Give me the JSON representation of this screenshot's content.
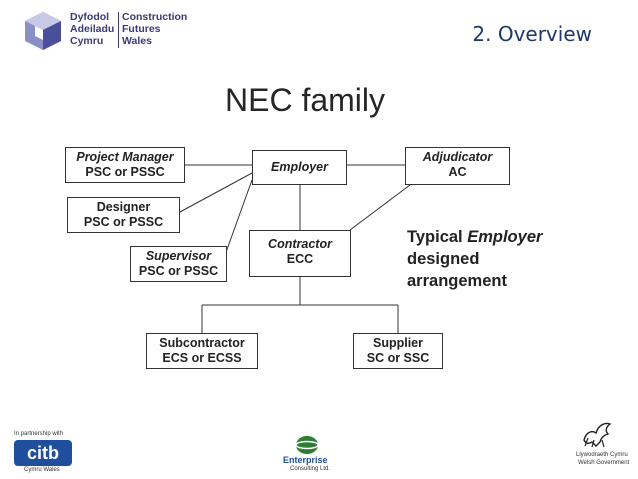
{
  "header": {
    "logo_line1_left": "Dyfodol",
    "logo_line2_left": "Adeiladu",
    "logo_line3_left": "Cymru",
    "logo_line1_right": "Construction",
    "logo_line2_right": "Futures",
    "logo_line3_right": "Wales",
    "slide_title": "2. Overview"
  },
  "diagram": {
    "title": "NEC family",
    "nodes": {
      "project_manager": {
        "l1": "Project Manager",
        "l2": "PSC or PSSC"
      },
      "designer": {
        "l1": "Designer",
        "l2": "PSC or PSSC"
      },
      "supervisor": {
        "l1": "Supervisor",
        "l2": "PSC or PSSC"
      },
      "employer": {
        "l1": "Employer"
      },
      "adjudicator": {
        "l1": "Adjudicator",
        "l2": "AC"
      },
      "contractor": {
        "l1": "Contractor",
        "l2": "ECC"
      },
      "subcontractor": {
        "l1": "Subcontractor",
        "l2": "ECS or ECSS"
      },
      "supplier": {
        "l1": "Supplier",
        "l2": "SC or SSC"
      }
    },
    "note": {
      "line1_a": "Typical ",
      "line1_b": "Employer",
      "line2": "designed",
      "line3": "arrangement"
    }
  },
  "footer": {
    "partnership": "In partnership with",
    "citb": "citb",
    "citb_sub": "Cymru  Wales",
    "enterprise": "Enterprise",
    "enterprise_sub": "Consulting Ltd.",
    "gov_line1": "Llywodraeth Cymru",
    "gov_line2": "Welsh Government"
  },
  "colors": {
    "brand": "#3a3a78",
    "title": "#1f3864",
    "citb": "#1f4e9c"
  }
}
